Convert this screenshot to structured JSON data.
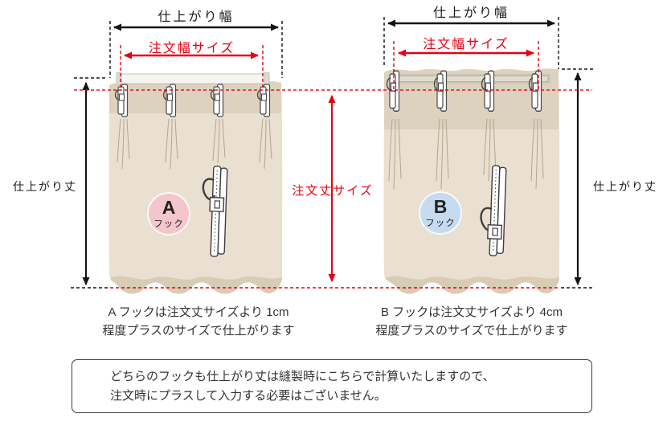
{
  "colors": {
    "accent_red": "#e60012",
    "arrow_black": "#141414",
    "curtain_body": "#e9e0d1",
    "curtain_header": "#dcd2be",
    "curtain_hem": "#d8ccb4",
    "badge_a_bg": "#f2c6ca",
    "badge_b_bg": "#c6dbf0"
  },
  "left": {
    "finished_width": "仕上がり幅",
    "order_width": "注文幅サイズ",
    "finished_length": "仕上がり丈",
    "badge": {
      "letter": "A",
      "sub": "フック"
    },
    "caption1": "A フックは注文丈サイズより 1cm",
    "caption2": "程度プラスのサイズで仕上がります"
  },
  "right": {
    "finished_width": "仕上がり幅",
    "order_width": "注文幅サイズ",
    "finished_length": "仕上がり丈",
    "badge": {
      "letter": "B",
      "sub": "フック"
    },
    "caption1": "B フックは注文丈サイズより 4cm",
    "caption2": "程度プラスのサイズで仕上がります"
  },
  "center": {
    "order_length": "注文丈サイズ"
  },
  "note": {
    "line1": "どちらのフックも仕上がり丈は縫製時にこちらで計算いたしますので、",
    "line2": "注文時にプラスして入力する必要はございません。"
  }
}
